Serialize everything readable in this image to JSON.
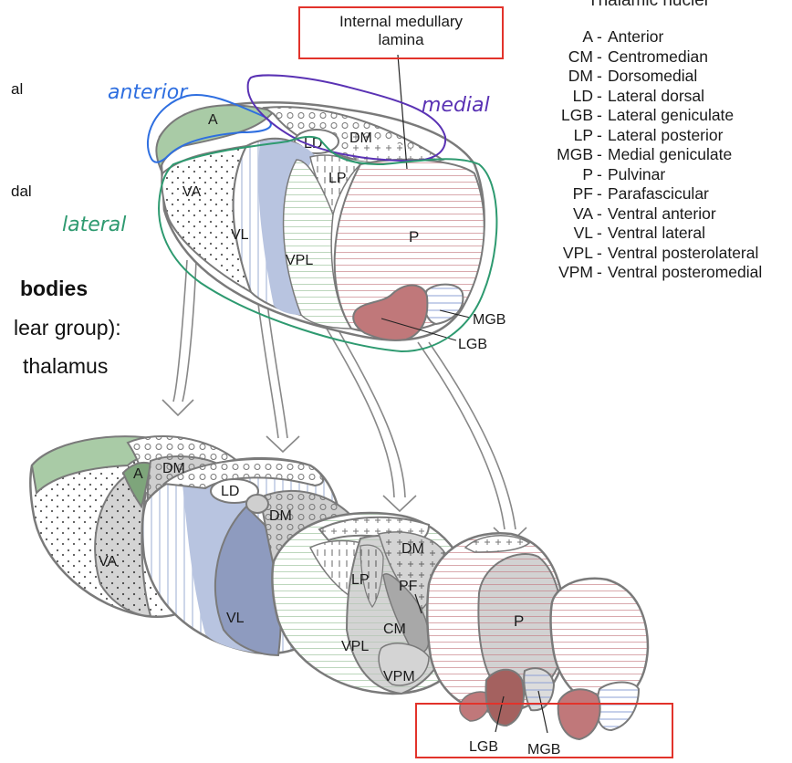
{
  "legend": {
    "title": "Thalamic nuclei",
    "items": [
      {
        "abbr": "A",
        "name": "Anterior"
      },
      {
        "abbr": "CM",
        "name": "Centromedian"
      },
      {
        "abbr": "DM",
        "name": "Dorsomedial"
      },
      {
        "abbr": "LD",
        "name": "Lateral dorsal"
      },
      {
        "abbr": "LGB",
        "name": "Lateral geniculate"
      },
      {
        "abbr": "LP",
        "name": "Lateral posterior"
      },
      {
        "abbr": "MGB",
        "name": "Medial geniculate"
      },
      {
        "abbr": "P",
        "name": "Pulvinar"
      },
      {
        "abbr": "PF",
        "name": "Parafascicular"
      },
      {
        "abbr": "VA",
        "name": "Ventral anterior"
      },
      {
        "abbr": "VL",
        "name": "Ventral lateral"
      },
      {
        "abbr": "VPL",
        "name": "Ventral posterolateral"
      },
      {
        "abbr": "VPM",
        "name": "Ventral posteromedial"
      }
    ]
  },
  "callouts": {
    "internal_medullary_lamina": "Internal medullary\nlamina"
  },
  "annotations": {
    "anterior": "anterior",
    "medial": "medial",
    "lateral": "lateral"
  },
  "slide_text": {
    "line1": "al",
    "line2": "dal",
    "bold": "bodies",
    "line3": "lear group):",
    "line4": "thalamus"
  },
  "top_labels": {
    "A": "A",
    "LD": "LD",
    "DM": "DM",
    "LP": "LP",
    "VA": "VA",
    "VL": "VL",
    "VPL": "VPL",
    "P": "P",
    "MGB": "MGB",
    "LGB": "LGB"
  },
  "bottom_labels": {
    "A": "A",
    "DM1": "DM",
    "VA": "VA",
    "LD": "LD",
    "DM2": "DM",
    "VL": "VL",
    "DM3": "DM",
    "LP": "LP",
    "PF": "PF",
    "CM": "CM",
    "VPL": "VPL",
    "VPM": "VPM",
    "P": "P",
    "LGB": "LGB",
    "MGB": "MGB"
  },
  "colors": {
    "anterior_green": "#a9cba6",
    "anterior_dark_green": "#7ea57b",
    "vl_blue": "#b8c4e0",
    "vl_dark_blue": "#8e9bbf",
    "lgb_red": "#c0787a",
    "lgb_dark_red": "#a4615f",
    "outline_gray": "#7a7a7a",
    "gray_fill": "#d4d4d4",
    "dark_gray_fill": "#a8a8a8",
    "annotation_blue": "#2f6fe0",
    "annotation_purple": "#5a32b4",
    "annotation_green": "#2e9a70",
    "callout_red": "#e2332b"
  }
}
